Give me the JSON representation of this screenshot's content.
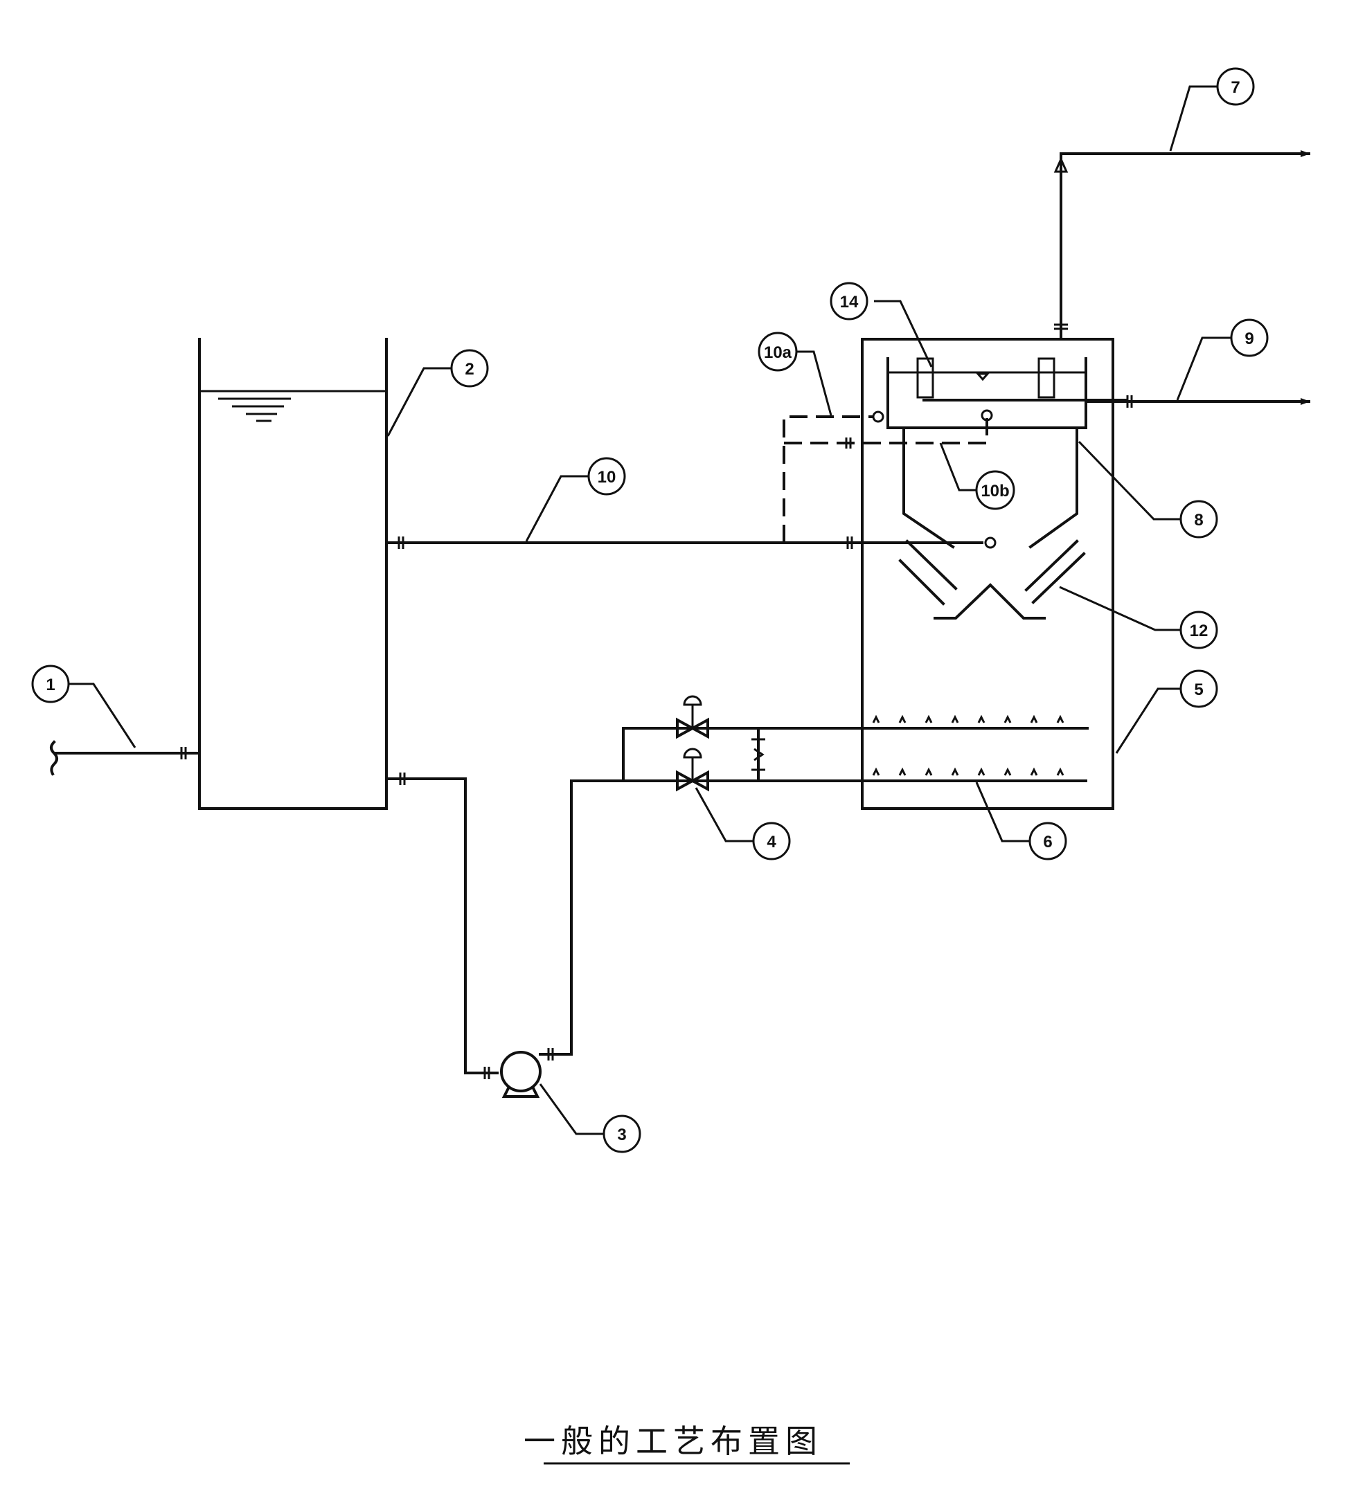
{
  "caption": "一般的工艺布置图",
  "labels": {
    "l1": "1",
    "l2": "2",
    "l3": "3",
    "l4": "4",
    "l5": "5",
    "l6": "6",
    "l7": "7",
    "l8": "8",
    "l9": "9",
    "l10": "10",
    "l10a": "10a",
    "l10b": "10b",
    "l12": "12",
    "l14": "14"
  }
}
